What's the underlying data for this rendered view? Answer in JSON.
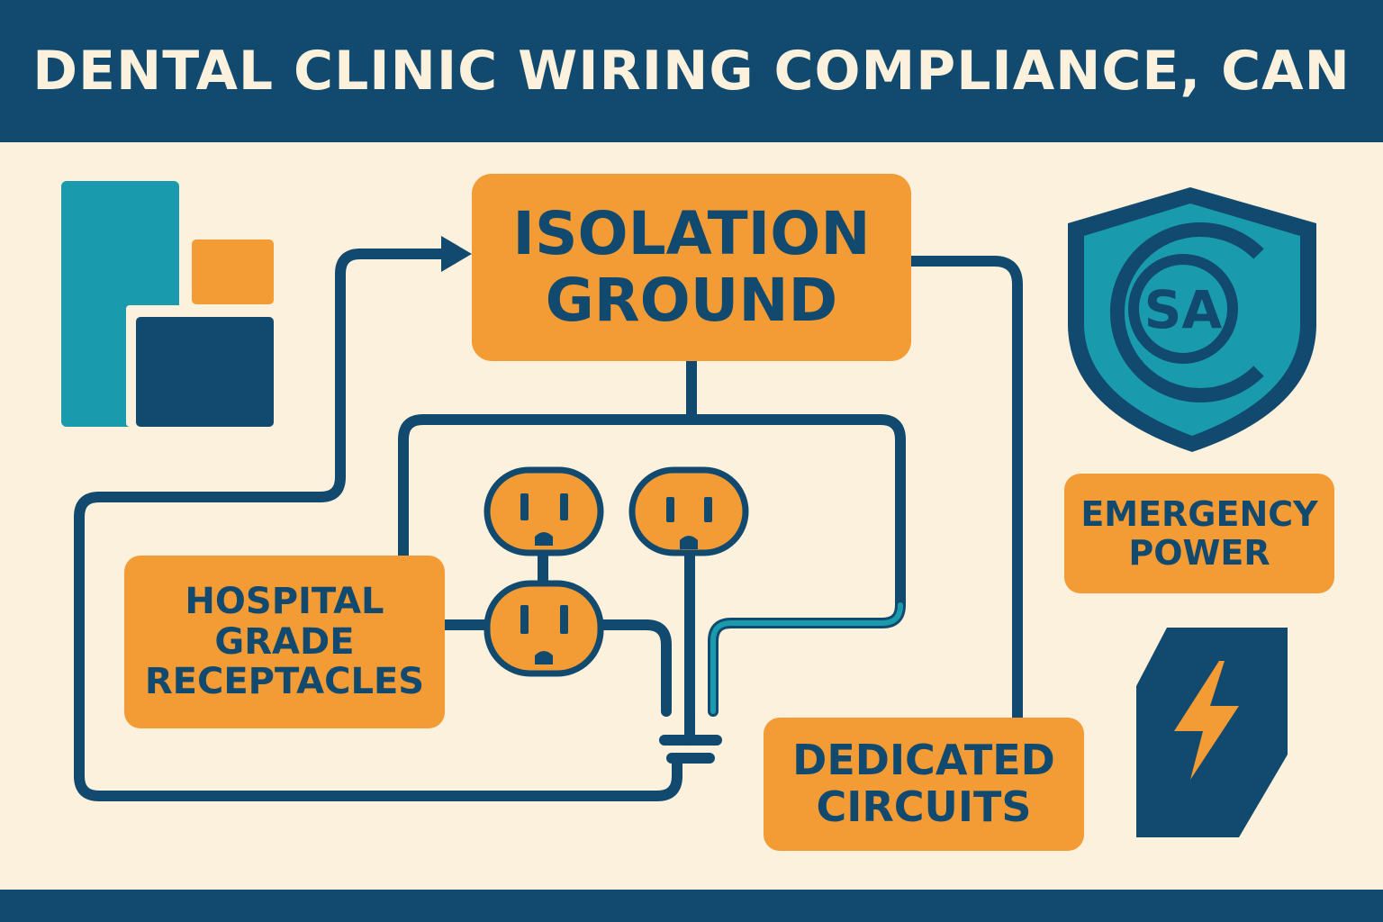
{
  "title": "DENTAL CLINIC WIRING COMPLIANCE, CAN",
  "boxes": {
    "isolation_ground": "ISOLATION\nGROUND",
    "hospital_grade": "HOSPITAL\nGRADE\nRECEPTACLES",
    "emergency_power": "EMERGENCY\nPOWER",
    "dedicated_circuits": "DEDICATED\nCIRCUITS"
  },
  "badge": {
    "text": "SA",
    "icon": "csa-shield-icon"
  },
  "icons": [
    "building-logo-icon",
    "receptacle-icon",
    "ground-symbol-icon",
    "lightning-bolt-icon"
  ],
  "colors": {
    "navy": "#114a6e",
    "orange": "#f39b34",
    "teal": "#1a9aad",
    "cream": "#fbf1dc"
  }
}
